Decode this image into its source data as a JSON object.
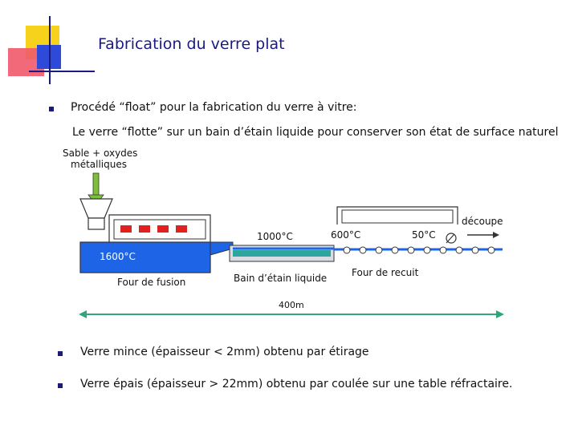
{
  "title": "Fabrication du verre plat",
  "intro": "Procédé “float” pour la fabrication du verre à vitre:",
  "subtitle": "Le verre “flotte”  sur un bain d’étain liquide pour conserver son état de surface naturel",
  "diagram": {
    "raw_materials": [
      "Sable + oxydes",
      "métalliques"
    ],
    "melt_temp": "1600°C",
    "furnace_label": "Four de fusion",
    "tin_bath_temp": "1000°C",
    "tin_bath_label": "Bain d’étain liquide",
    "annealing_temp_in": "600°C",
    "annealing_temp_out": "50°C",
    "annealing_label": "Four de recuit",
    "cutting_label": "découpe",
    "length_label": "400m"
  },
  "bullets": [
    "Verre mince (épaisseur < 2mm) obtenu par étirage",
    "Verre épais (épaisseur > 22mm) obtenu par coulée sur une table réfractaire."
  ],
  "colors": {
    "title": "#1a1a80",
    "glass_blue": "#1e64e6",
    "tin_green": "#2ea6a0",
    "burner_red": "#e0211f",
    "arrow_green": "#7fc03a"
  }
}
